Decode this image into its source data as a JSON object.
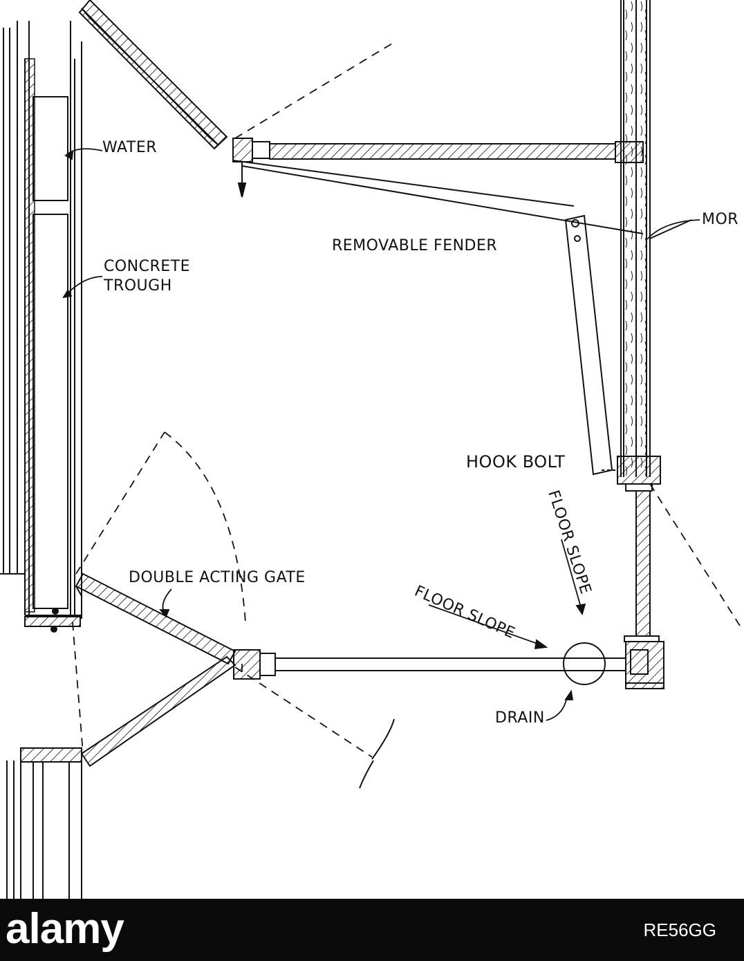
{
  "diagram": {
    "labels": {
      "water": "WATER",
      "concrete_trough_line1": "CONCRETE",
      "concrete_trough_line2": "TROUGH",
      "removable_fender": "REMOVABLE FENDER",
      "mor": "MOR",
      "hook_bolt": "HOOK BOLT",
      "double_acting_gate": "DOUBLE ACTING GATE",
      "floor_slope_vertical": "FLOOR SLOPE",
      "floor_slope_diagonal": "FLOOR SLOPE",
      "drain": "DRAIN"
    }
  },
  "watermark": {
    "brand": "alamy",
    "stock_id": "RE56GG"
  },
  "colors": {
    "ink": "#111111",
    "background": "#ffffff",
    "banner": "#0b0b0b"
  }
}
